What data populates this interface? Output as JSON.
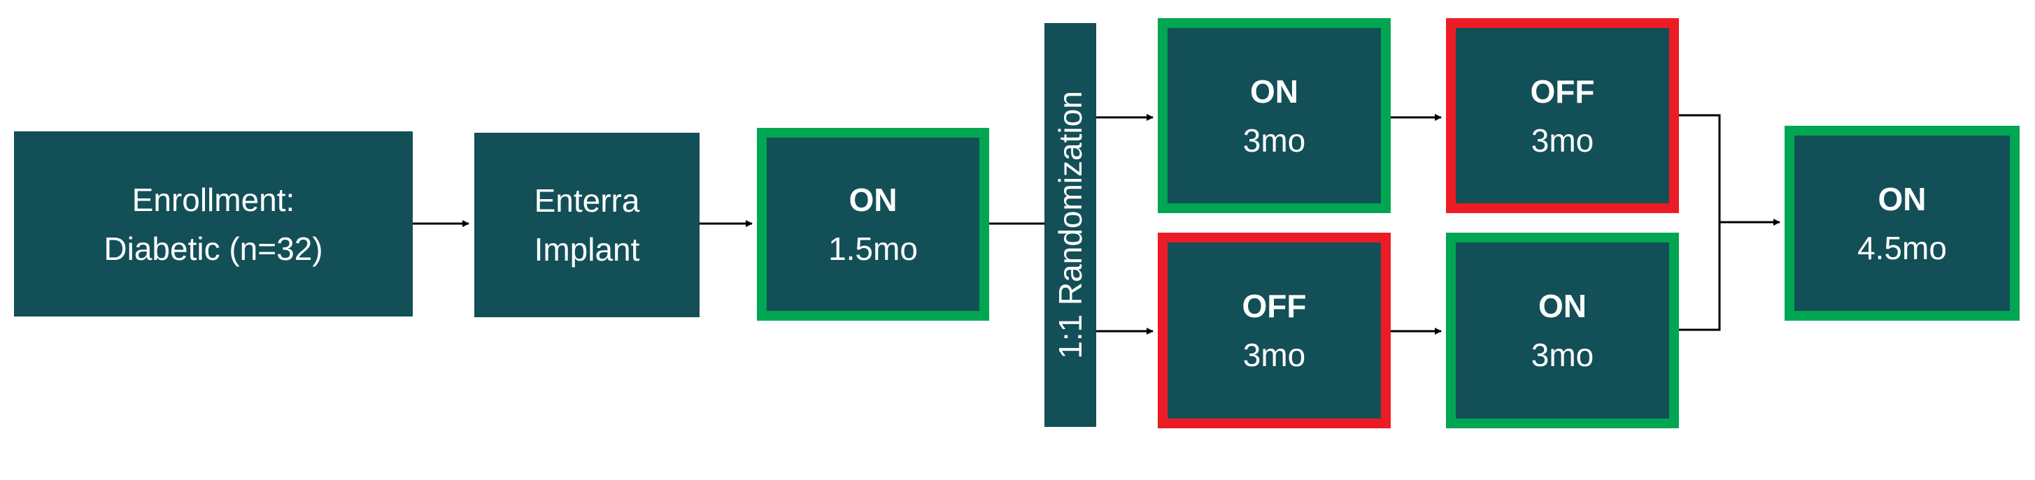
{
  "enrollment": {
    "line1": "Enrollment:",
    "line2": "Diabetic (n=32)"
  },
  "implant": {
    "line1": "Enterra",
    "line2": "Implant"
  },
  "initial_phase": {
    "state": "ON",
    "duration": "1.5mo"
  },
  "randomization": {
    "label": "1:1 Randomization"
  },
  "arm_a": {
    "period1": {
      "state": "ON",
      "duration": "3mo"
    },
    "period2": {
      "state": "OFF",
      "duration": "3mo"
    }
  },
  "arm_b": {
    "period1": {
      "state": "OFF",
      "duration": "3mo"
    },
    "period2": {
      "state": "ON",
      "duration": "3mo"
    }
  },
  "final_phase": {
    "state": "ON",
    "duration": "4.5mo"
  },
  "colors": {
    "box_fill": "#134f57",
    "on_border": "#00a651",
    "off_border": "#ed1c24",
    "text": "#ffffff"
  }
}
